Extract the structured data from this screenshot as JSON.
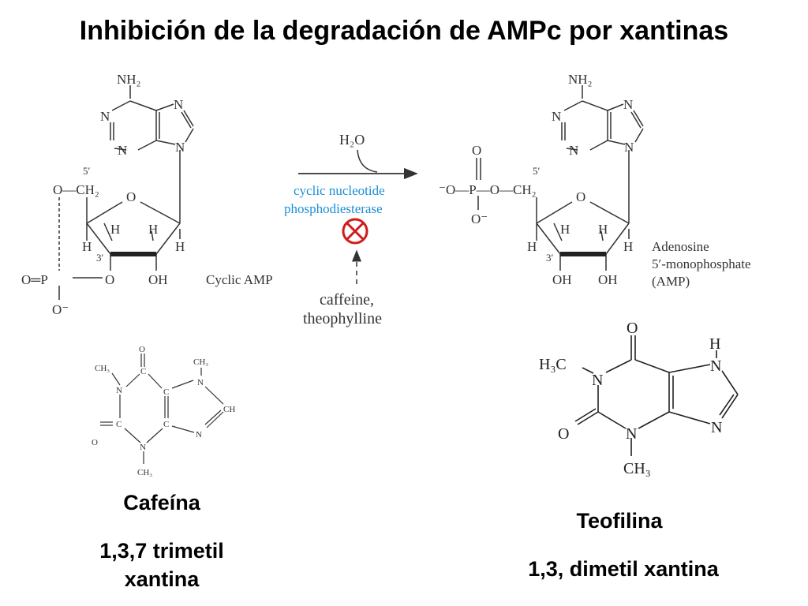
{
  "title": "Inhibición de la degradación de AMPc por xantinas",
  "reaction": {
    "reagent": "H₂O",
    "enzyme_line1": "cyclic nucleotide",
    "enzyme_line2": "phosphodiesterase",
    "inhibitor_line1": "caffeine,",
    "inhibitor_line2": "theophylline",
    "inhibit_symbol": "⊗",
    "enzyme_color": "#1a8fd6",
    "inhibit_color": "#d11a1a"
  },
  "camp": {
    "name": "Cyclic AMP",
    "nh2": "NH₂",
    "n": "N",
    "o": "O",
    "h": "H",
    "oh": "OH",
    "ch2": "CH₂",
    "o_ch2": "O—CH₂",
    "p_eq": "O═P",
    "o_minus": "O⁻",
    "c5": "5′",
    "c3": "3′"
  },
  "amp": {
    "name_line1": "Adenosine",
    "name_line2": "5′-monophosphate",
    "name_line3": "(AMP)",
    "nh2": "NH₂",
    "n": "N",
    "o": "O",
    "h": "H",
    "oh": "OH",
    "phosphate": "⁻O—P—O—CH₂",
    "o_minus": "O⁻",
    "c5": "5′",
    "c3": "3′"
  },
  "caffeine": {
    "ch3": "CH₃",
    "n": "N",
    "c": "C",
    "o": "O",
    "ch": "CH",
    "label": "Cafeína",
    "desc_line1": "1,3,7 trimetil",
    "desc_line2": "xantina"
  },
  "theophylline": {
    "h3c": "H₃C",
    "ch3": "CH₃",
    "n": "N",
    "h": "H",
    "o": "O",
    "label": "Teofilina",
    "desc": "1,3, dimetil xantina"
  }
}
